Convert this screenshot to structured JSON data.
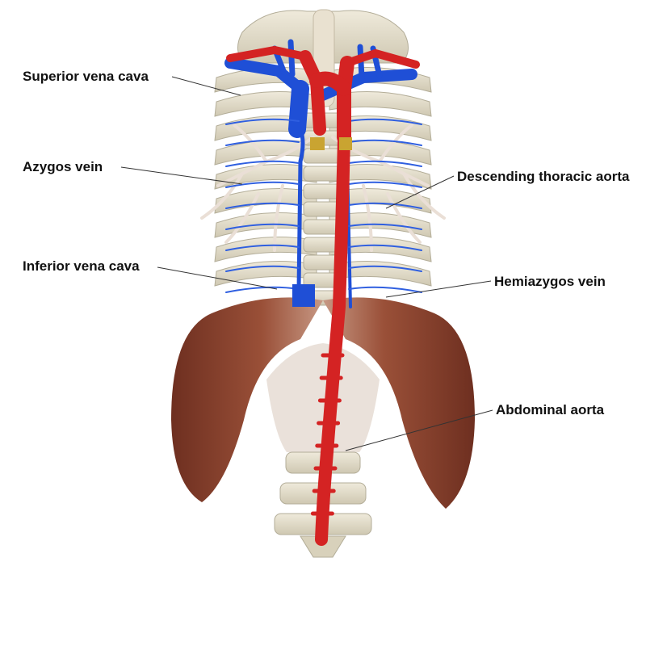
{
  "labels": {
    "superior_vena_cava": "Superior vena cava",
    "azygos_vein": "Azygos vein",
    "inferior_vena_cava": "Inferior vena cava",
    "descending_thoracic_aorta": "Descending thoracic aorta",
    "hemiazygos_vein": "Hemiazygos vein",
    "abdominal_aorta": "Abdominal aorta"
  },
  "colors": {
    "artery": "#d42323",
    "vein": "#1f4fd6",
    "bone": "#e6e1cf",
    "bone_shade": "#bfb9a4",
    "muscle": "#8e4530",
    "muscle_light": "#b9846f",
    "bronchi": "#eadfd6",
    "leader": "#333333"
  }
}
